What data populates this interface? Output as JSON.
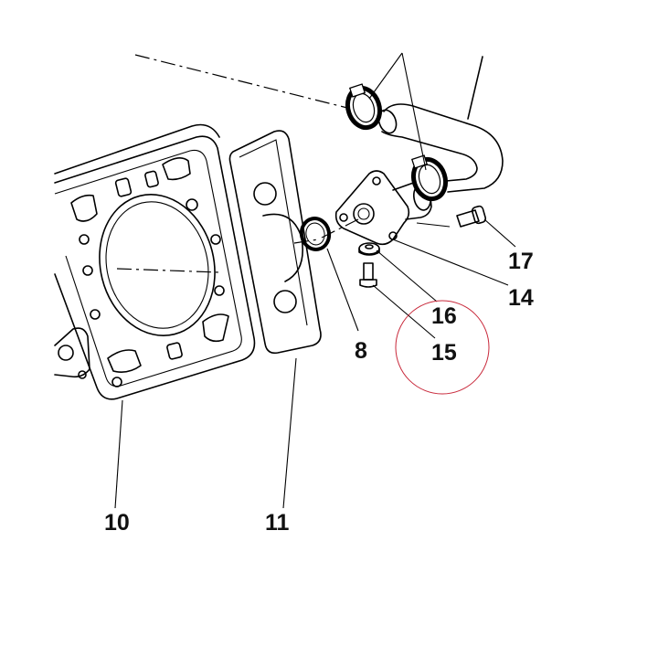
{
  "diagram": {
    "labels": {
      "p8": "8",
      "p10": "10",
      "p11": "11",
      "p14": "14",
      "p15": "15",
      "p16": "16",
      "p17": "17"
    },
    "highlight_color": "#c8283a",
    "line_color": "#000000",
    "background": "#ffffff"
  }
}
